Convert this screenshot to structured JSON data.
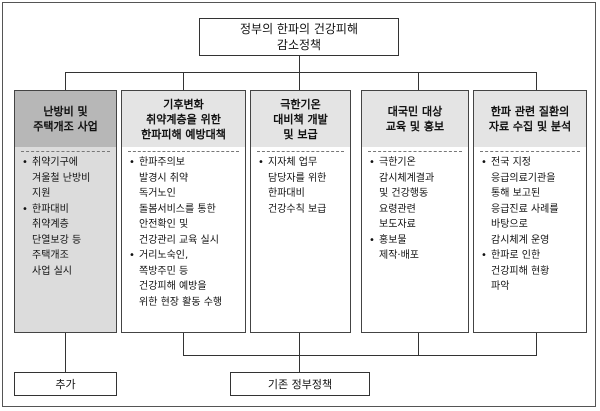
{
  "title": [
    "정부의 한파의 건강피해",
    "감소정책"
  ],
  "columns": [
    {
      "header": [
        "난방비 및",
        "주택개조 사업"
      ],
      "items": [
        [
          "취약기구에",
          "겨울철 난방비",
          "지원"
        ],
        [
          "한파대비",
          "취약계층",
          "단열보강 등",
          "주택개조",
          "사업 실시"
        ]
      ]
    },
    {
      "header": [
        "기후변화",
        "취약계층을 위한",
        "한파피해 예방대책"
      ],
      "items": [
        [
          "한파주의보",
          "발경시 취약",
          "독거노인",
          "돌봄서비스를 통한",
          "안전확인 및",
          "건강관리 교육 실시"
        ],
        [
          "거리노숙인,",
          "쪽방주민 등",
          "건강피해 예방을",
          "위한 현장 활동 수행"
        ]
      ]
    },
    {
      "header": [
        "극한기온",
        "대비책 개발",
        "및 보급"
      ],
      "items": [
        [
          "지자체 업무",
          "담당자를 위한",
          "한파대비",
          "건강수칙 보급"
        ]
      ]
    },
    {
      "header": [
        "대국민 대상",
        "교육 및 홍보"
      ],
      "items": [
        [
          "극한기온",
          "감시체계결과",
          "및 건강행동",
          "요령관련",
          "보도자료"
        ],
        [
          "홍보물",
          "제작·배포"
        ]
      ]
    },
    {
      "header": [
        "한파 관련 질환의",
        "자료 수집 및 분석"
      ],
      "items": [
        [
          "전국 지정",
          "응급의료기관을",
          "통해 보고된",
          "응급진료 사례를",
          "바탕으로",
          "감시체계 운영"
        ],
        [
          "한파로 인한",
          "건강피해 현황",
          "파악"
        ]
      ]
    }
  ],
  "added_label": "추가",
  "existing_label": "기존 정부정책"
}
